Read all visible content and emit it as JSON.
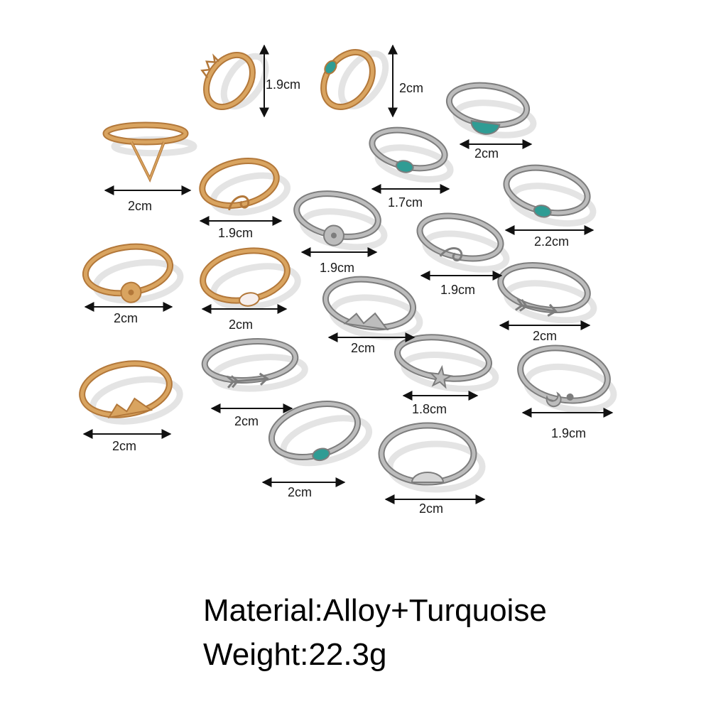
{
  "product_specs": {
    "material": "Material:Alloy+Turquoise",
    "weight": "Weight:22.3g"
  },
  "colors": {
    "gold": "#d9a460",
    "gold_dark": "#b3783a",
    "silver": "#bcbcbc",
    "silver_dark": "#7d7d7d",
    "turquoise": "#2f9c94",
    "shadow": "#e4e4e4",
    "arrow": "#111111"
  },
  "rings": [
    {
      "name": "gold-crown-ring",
      "metal": "gold",
      "motif": "crown",
      "size": "1.9cm"
    },
    {
      "name": "gold-eye-turquoise-ring",
      "metal": "gold",
      "motif": "eye-turquoise",
      "size": "2cm"
    },
    {
      "name": "silver-half-moon-turquoise-ring",
      "metal": "silver",
      "motif": "half-turquoise",
      "size": "2cm"
    },
    {
      "name": "gold-chevron-ring",
      "metal": "gold",
      "motif": "chevron",
      "size": "2cm"
    },
    {
      "name": "gold-wave-ring",
      "metal": "gold",
      "motif": "wave",
      "size": "1.9cm"
    },
    {
      "name": "silver-turquoise-oval-ring",
      "metal": "silver",
      "motif": "turquoise-oval",
      "size": "1.7cm"
    },
    {
      "name": "silver-compass-ring",
      "metal": "silver",
      "motif": "compass",
      "size": "1.9cm"
    },
    {
      "name": "silver-moon-turquoise-open-ring",
      "metal": "silver",
      "motif": "moon-dot",
      "size": "2.2cm"
    },
    {
      "name": "silver-wave-ring",
      "metal": "silver",
      "motif": "wave",
      "size": "1.9cm"
    },
    {
      "name": "gold-sun-coin-ring",
      "metal": "gold",
      "motif": "coin",
      "size": "2cm"
    },
    {
      "name": "gold-moonstone-ring",
      "metal": "gold",
      "motif": "moonstone",
      "size": "2cm"
    },
    {
      "name": "silver-mountain-ring",
      "metal": "silver",
      "motif": "mountain",
      "size": "2cm"
    },
    {
      "name": "silver-arrow-wrap-ring",
      "metal": "silver",
      "motif": "arrow",
      "size": "2cm"
    },
    {
      "name": "gold-mountain-ring",
      "metal": "gold",
      "motif": "mountain",
      "size": "2cm"
    },
    {
      "name": "silver-arrow-ring",
      "metal": "silver",
      "motif": "arrow",
      "size": "2cm"
    },
    {
      "name": "silver-starfish-ring",
      "metal": "silver",
      "motif": "starfish",
      "size": "1.8cm"
    },
    {
      "name": "silver-moon-star-ring",
      "metal": "silver",
      "motif": "moon-star",
      "size": "1.9cm"
    },
    {
      "name": "silver-moon-turquoise-ring",
      "metal": "silver",
      "motif": "moon-turquoise",
      "size": "2cm"
    },
    {
      "name": "silver-half-moonstone-ring",
      "metal": "silver",
      "motif": "half-stone",
      "size": "2cm"
    }
  ]
}
